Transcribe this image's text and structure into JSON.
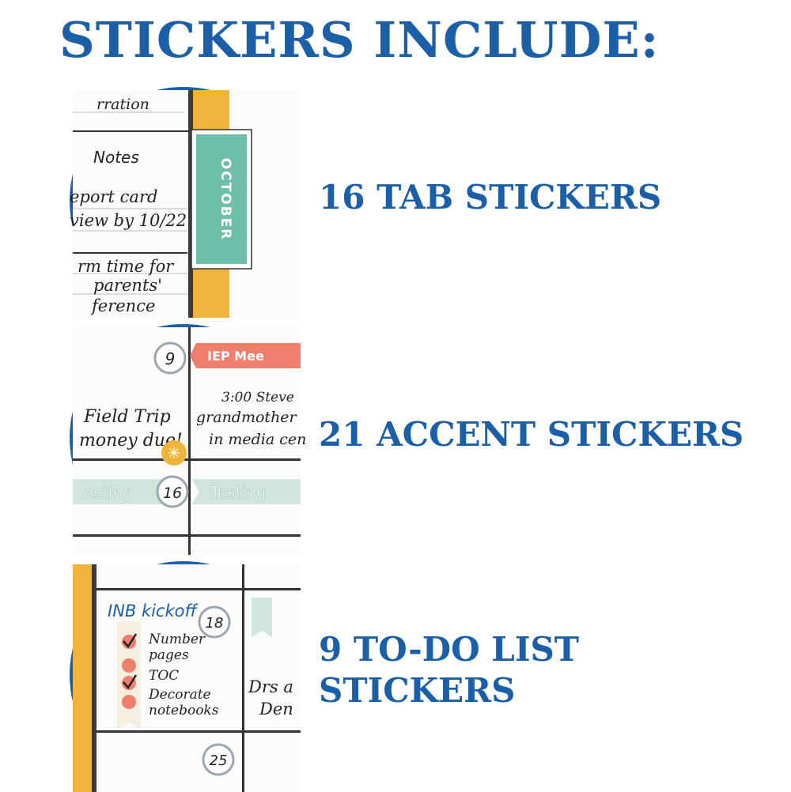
{
  "title": "STICKERS INCLUDE:",
  "items": [
    {
      "label": "16 TAB STICKERS",
      "sample": {
        "partial_word": "rration",
        "notes_heading": "Notes",
        "line1": "eport card",
        "line2": "view by 10/22",
        "line3": "rm time for",
        "line4": "parents'",
        "line5": "ference",
        "tab_text": "OCTOBER"
      }
    },
    {
      "label": "21 ACCENT STICKERS",
      "sample": {
        "day_9": "9",
        "banner": "IEP Mee",
        "left_line1": "Field Trip",
        "left_line2": "money due!",
        "right_line1": "3:00 Steve",
        "right_line2": "grandmother",
        "right_line3": "in media cen",
        "ribbon_left": "esting",
        "day_16": "16",
        "ribbon_right": "Testing"
      }
    },
    {
      "label_line1": "9 TO-DO LIST",
      "label_line2": "STICKERS",
      "sample": {
        "heading": "INB kickoff",
        "day_18": "18",
        "todo": [
          "Number",
          "pages",
          "TOC",
          "Decorate",
          "notebooks"
        ],
        "right_line1": "Drs a",
        "right_line2": "Den",
        "day_25": "25"
      }
    }
  ],
  "colors": {
    "brand_blue": "#1a5fa8",
    "teal": "#6ebfa8",
    "mint": "#cfe6de",
    "coral": "#ef7f6d",
    "mustard": "#f0b43a"
  }
}
